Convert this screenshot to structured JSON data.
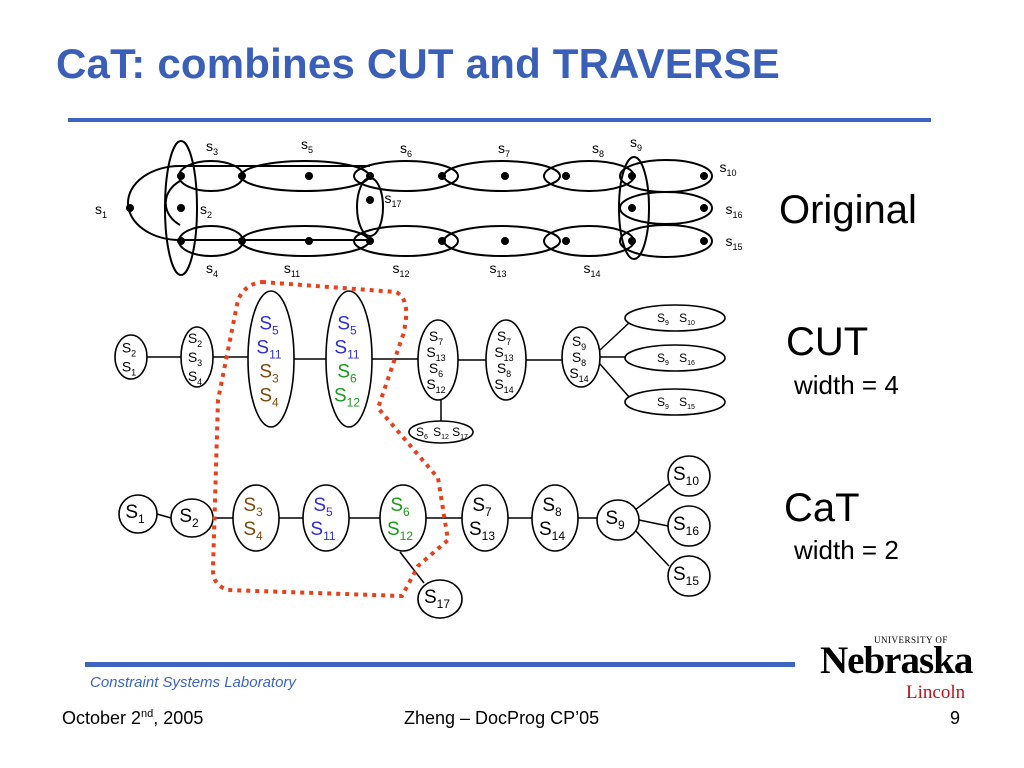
{
  "slide": {
    "title": "CaT: combines CUT and TRAVERSE",
    "labels": {
      "original": "Original",
      "cut": "CUT",
      "cut_width": "width = 4",
      "cat": "CaT",
      "cat_width": "width = 2"
    }
  },
  "colors": {
    "title": "#3a5fb8",
    "blue_var": "#2f2fd0",
    "brown_var": "#7a4a0c",
    "green_var": "#1a9a1a",
    "dotted_outline": "#e8401a"
  },
  "original": {
    "hyperedges": [
      "s1",
      "s2",
      "s3",
      "s4",
      "s5",
      "s6",
      "s7",
      "s8",
      "s9",
      "s10",
      "s11",
      "s12",
      "s13",
      "s14",
      "s15",
      "s16",
      "s17"
    ]
  },
  "cut_tree": {
    "nodes": [
      {
        "id": "c1",
        "lines": [
          [
            "S",
            "2"
          ],
          [
            "S",
            "1"
          ]
        ]
      },
      {
        "id": "c2",
        "lines": [
          [
            "S",
            "2"
          ],
          [
            "S",
            "3"
          ],
          [
            "S",
            "4"
          ]
        ]
      },
      {
        "id": "c3",
        "lines": [
          [
            "S",
            "5"
          ],
          [
            "S",
            "11"
          ],
          [
            "S",
            "3"
          ],
          [
            "S",
            "4"
          ]
        ]
      },
      {
        "id": "c4",
        "lines": [
          [
            "S",
            "5"
          ],
          [
            "S",
            "11"
          ],
          [
            "S",
            "6"
          ],
          [
            "S",
            "12"
          ]
        ]
      },
      {
        "id": "c5",
        "lines": [
          [
            "S",
            "7"
          ],
          [
            "S",
            "13"
          ],
          [
            "S",
            "6"
          ],
          [
            "S",
            "12"
          ]
        ]
      },
      {
        "id": "c6",
        "lines": [
          [
            "S",
            "7"
          ],
          [
            "S",
            "13"
          ],
          [
            "S",
            "8"
          ],
          [
            "S",
            "14"
          ]
        ]
      },
      {
        "id": "c7",
        "lines": [
          [
            "S",
            "9"
          ],
          [
            "S",
            "8"
          ],
          [
            "S",
            "14"
          ]
        ]
      },
      {
        "id": "c8",
        "lines": [
          [
            "S",
            "9"
          ],
          [
            "S",
            "10"
          ]
        ]
      },
      {
        "id": "c9",
        "lines": [
          [
            "S",
            "9"
          ],
          [
            "S",
            "16"
          ]
        ]
      },
      {
        "id": "c10",
        "lines": [
          [
            "S",
            "9"
          ],
          [
            "S",
            "15"
          ]
        ]
      },
      {
        "id": "c11",
        "lines": [
          [
            "S",
            "6"
          ],
          [
            "S",
            "12"
          ],
          [
            "S",
            "17"
          ]
        ]
      }
    ]
  },
  "cat_tree": {
    "nodes": [
      {
        "id": "t1",
        "lines": [
          [
            "S",
            "1"
          ]
        ]
      },
      {
        "id": "t2",
        "lines": [
          [
            "S",
            "2"
          ]
        ]
      },
      {
        "id": "t3",
        "lines": [
          [
            "S",
            "3"
          ],
          [
            "S",
            "4"
          ]
        ]
      },
      {
        "id": "t4",
        "lines": [
          [
            "S",
            "5"
          ],
          [
            "S",
            "11"
          ]
        ]
      },
      {
        "id": "t5",
        "lines": [
          [
            "S",
            "6"
          ],
          [
            "S",
            "12"
          ]
        ]
      },
      {
        "id": "t6",
        "lines": [
          [
            "S",
            "7"
          ],
          [
            "S",
            "13"
          ]
        ]
      },
      {
        "id": "t7",
        "lines": [
          [
            "S",
            "8"
          ],
          [
            "S",
            "14"
          ]
        ]
      },
      {
        "id": "t8",
        "lines": [
          [
            "S",
            "9"
          ]
        ]
      },
      {
        "id": "t9",
        "lines": [
          [
            "S",
            "10"
          ]
        ]
      },
      {
        "id": "t10",
        "lines": [
          [
            "S",
            "16"
          ]
        ]
      },
      {
        "id": "t11",
        "lines": [
          [
            "S",
            "15"
          ]
        ]
      },
      {
        "id": "t12",
        "lines": [
          [
            "S",
            "17"
          ]
        ]
      }
    ]
  },
  "footer": {
    "lab": "Constraint Systems Laboratory",
    "date_prefix": "October 2",
    "date_sup": "nd",
    "date_suffix": ", 2005",
    "center": "Zheng – DocProg CP’05",
    "page": "9"
  },
  "logo": {
    "university": "UNIVERSITY OF",
    "name": "Nebraska",
    "campus": "Lincoln"
  }
}
